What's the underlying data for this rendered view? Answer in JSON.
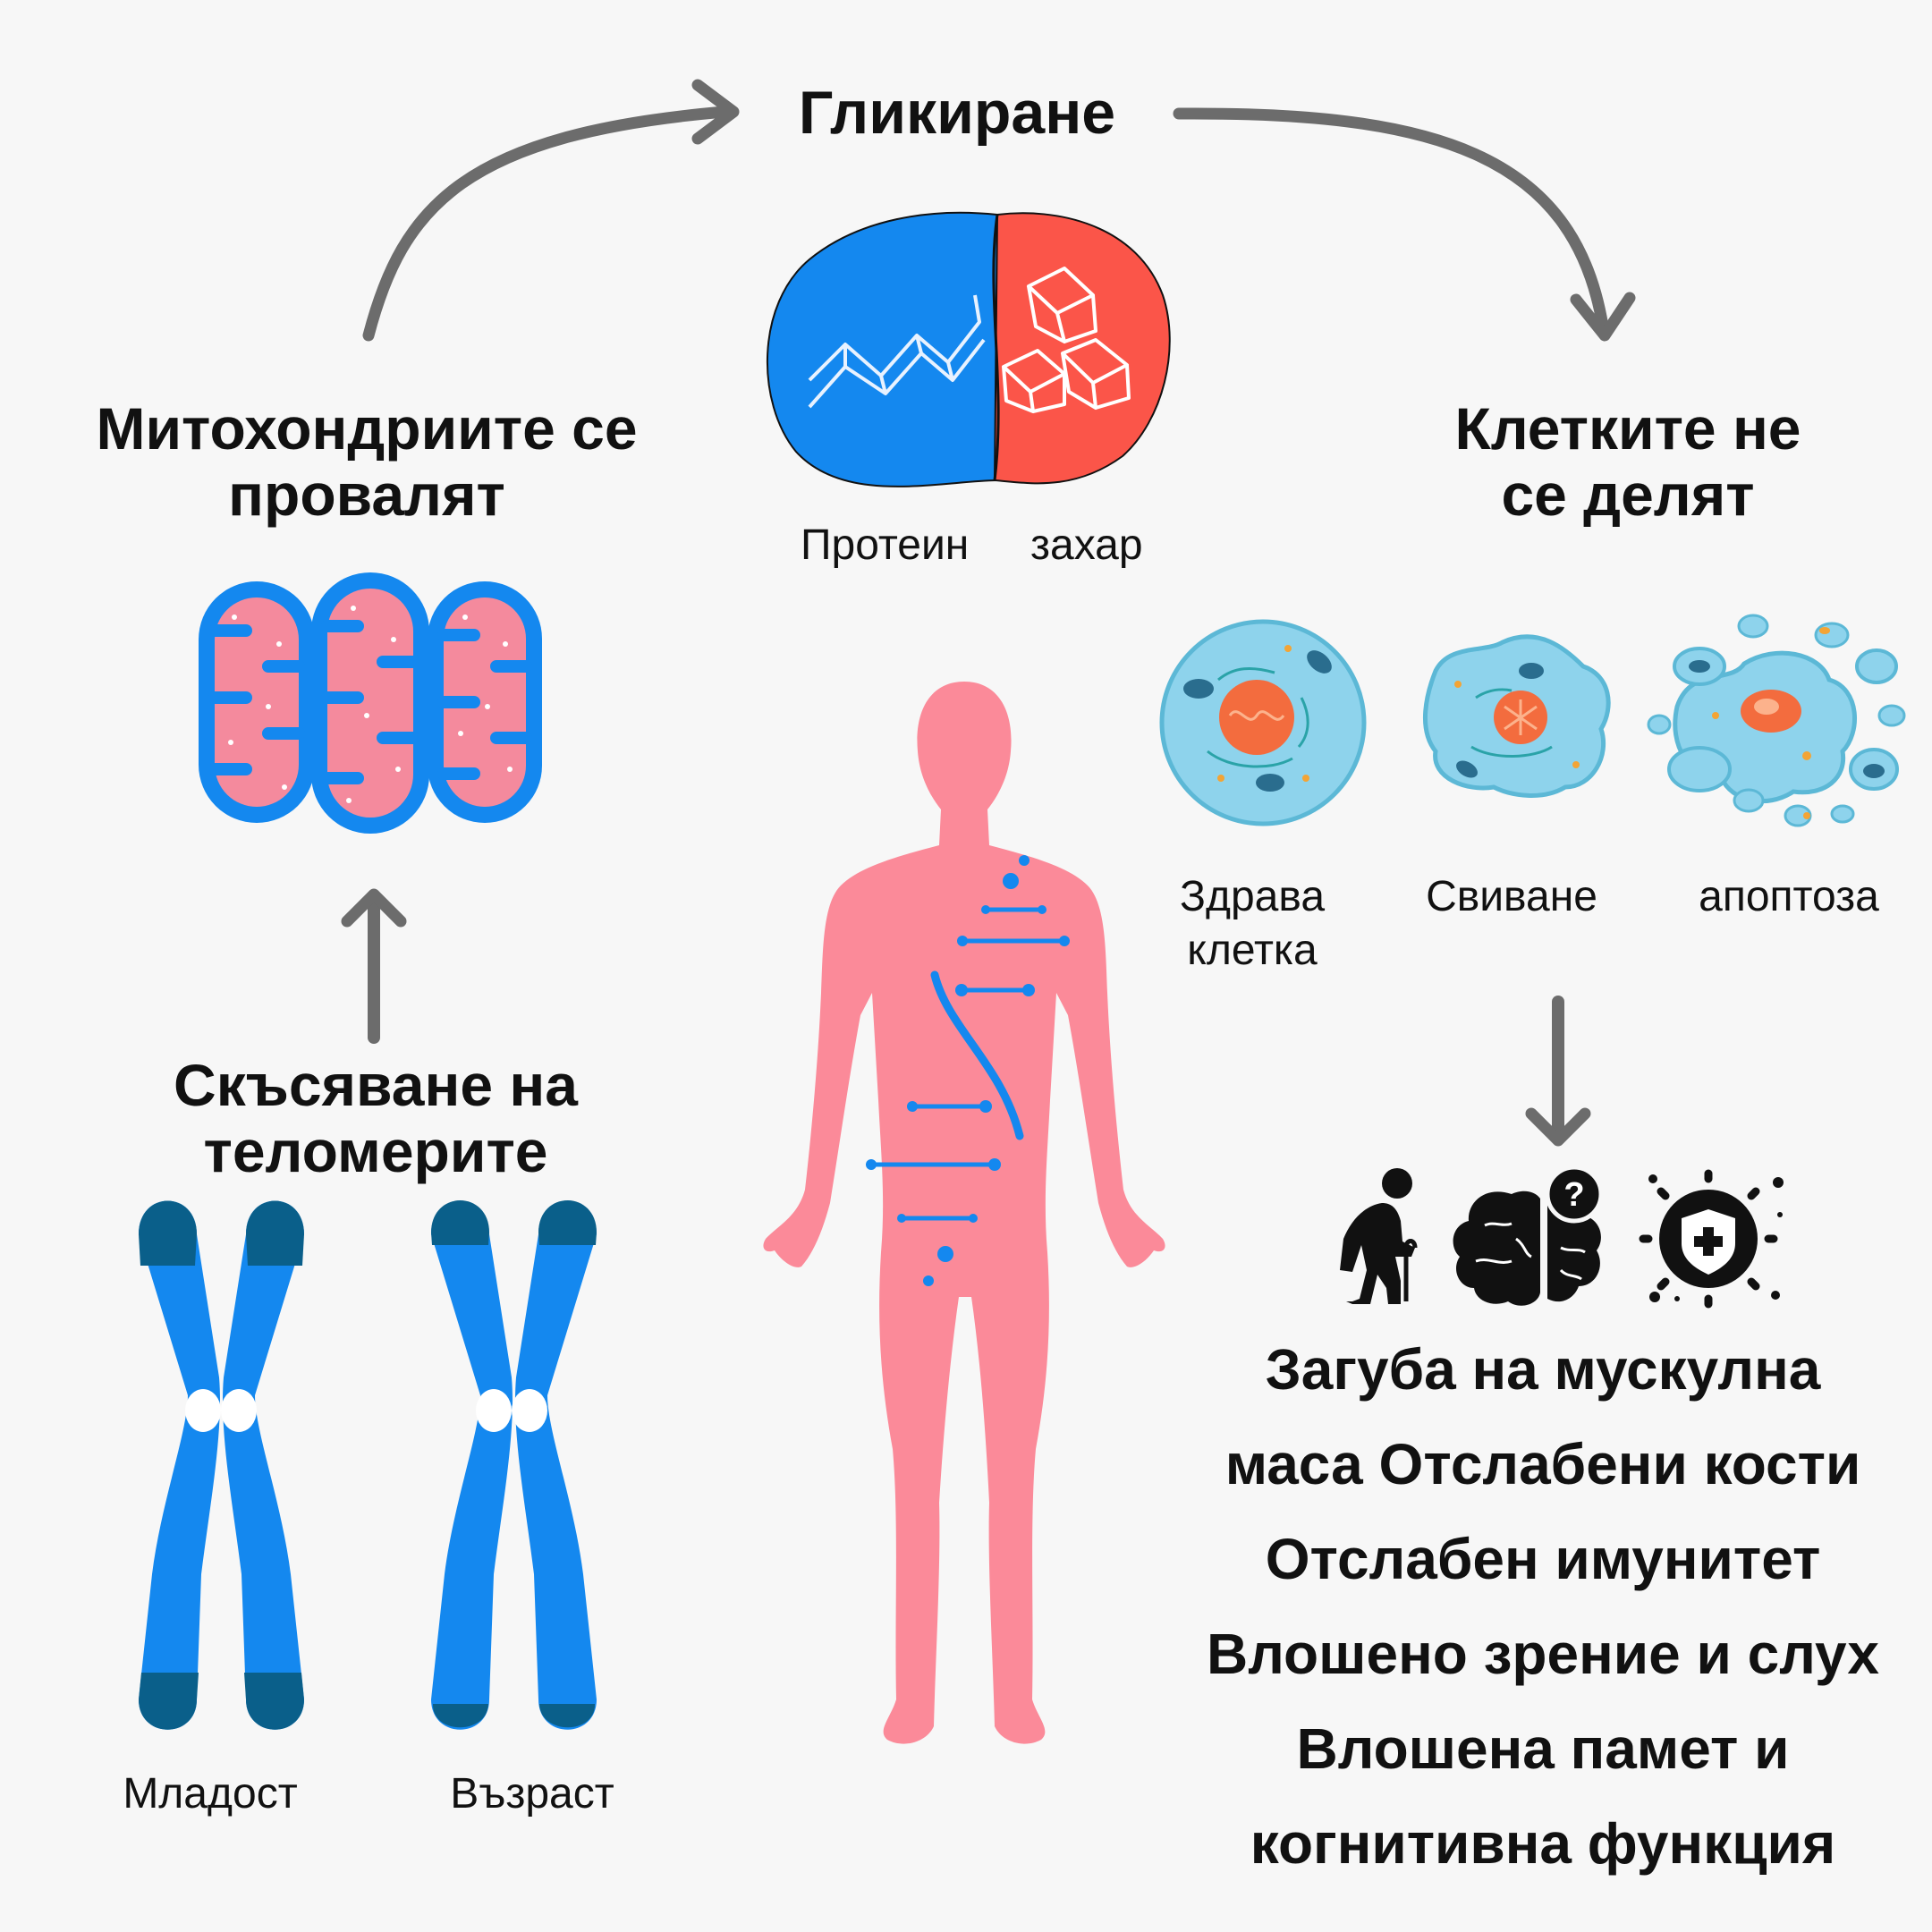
{
  "glycation": {
    "title": "Гликиране",
    "label_protein": "Протеин",
    "label_sugar": "захар"
  },
  "mitochondria": {
    "title_line1": "Митохондриите се",
    "title_line2": "провалят"
  },
  "cells": {
    "title_line1": "Клетките не",
    "title_line2": "се делят",
    "stages": [
      {
        "line1": "Здрава",
        "line2": "клетка"
      },
      {
        "line1": "Свиване",
        "line2": ""
      },
      {
        "line1": "апоптоза",
        "line2": ""
      }
    ]
  },
  "telomeres": {
    "title_line1": "Скъсяване на",
    "title_line2": "теломерите",
    "label_youth": "Младост",
    "label_age": "Възраст"
  },
  "effects": {
    "icons": [
      "elderly-person-icon",
      "brain-question-icon",
      "virus-shield-icon"
    ],
    "lines": [
      "Загуба на мускулна",
      "маса Отслабени кости",
      "Отслабен имунитет",
      "Влошено зрение и слух",
      "Влошена памет и",
      "когнитивна функция"
    ]
  },
  "colors": {
    "blue": "#1488ef",
    "red": "#fb5549",
    "pink": "#fb8a99",
    "dark_blue": "#0a5f8a",
    "cell": "#8ed3ec",
    "arrow": "#6c6c6c"
  }
}
